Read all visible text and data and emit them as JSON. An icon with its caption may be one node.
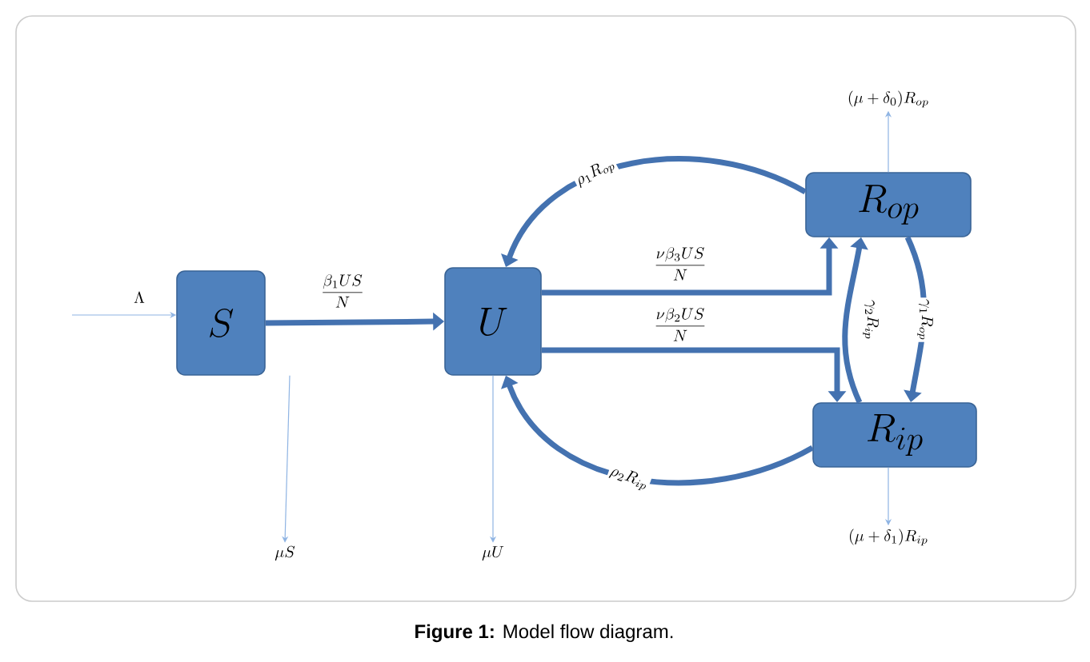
{
  "diagram": {
    "caption": "**Figure 1:** Model flow diagram.",
    "nodes": [
      {
        "text": [
          "S"
        ]
      },
      {
        "text": [
          "U"
        ]
      },
      {
        "text": [
          "R_{op}"
        ]
      },
      {
        "text": [
          "R_{ip}"
        ]
      },
      {
        "text": [
          "\\mathrm{\\mu} S"
        ]
      },
      {
        "text": [
          "\\mathrm{\\mu} U"
        ]
      },
      {
        "text": [
          "(\\mathrm{\\mu}+\\delta_0)R_{op}"
        ]
      },
      {
        "text": [
          "(\\mathrm{\\mu}+\\delta_1)R_{ip}"
        ]
      }
    ],
    "edges": [
      {
        "from": null,
        "to": 0,
        "arrow": "to",
        "label": "\\Lambda",
        "color": "#8fb4e3"
      },
      {
        "from": 0,
        "to": 1,
        "arrow": "to",
        "label": "\\frac{\\beta_1 US}{N}"
      },
      {
        "from": 1,
        "to": 2,
        "arrow": "to",
        "label": "\\frac{\\nu\\beta_3 US}{N}"
      },
      {
        "from": 1,
        "to": 3,
        "arrow": "to",
        "label": "\\frac{\\nu\\beta_2 US}{N}"
      },
      {
        "from": 2,
        "to": 1,
        "arrow": "to",
        "label": "\\rho_1 R_{op}"
      },
      {
        "from": 3,
        "to": 1,
        "arrow": "to",
        "label": "\\rho_2 R_{ip}"
      },
      {
        "from": 3,
        "to": 2,
        "arrow": "to",
        "label": "\\gamma_2 R_{ip}"
      },
      {
        "from": 2,
        "to": 3,
        "arrow": "to",
        "label": "\\gamma_1 R_{op}"
      },
      {
        "from": 0,
        "to": 4,
        "arrow": "to",
        "color": "#8fb4e3"
      },
      {
        "from": 1,
        "to": 5,
        "arrow": "to",
        "color": "#8fb4e3"
      },
      {
        "from": 2,
        "to": 6,
        "arrow": "to",
        "color": "#8fb4e3"
      },
      {
        "from": 3,
        "to": 7,
        "arrow": "to",
        "color": "#8fb4e3"
      }
    ]
  }
}
